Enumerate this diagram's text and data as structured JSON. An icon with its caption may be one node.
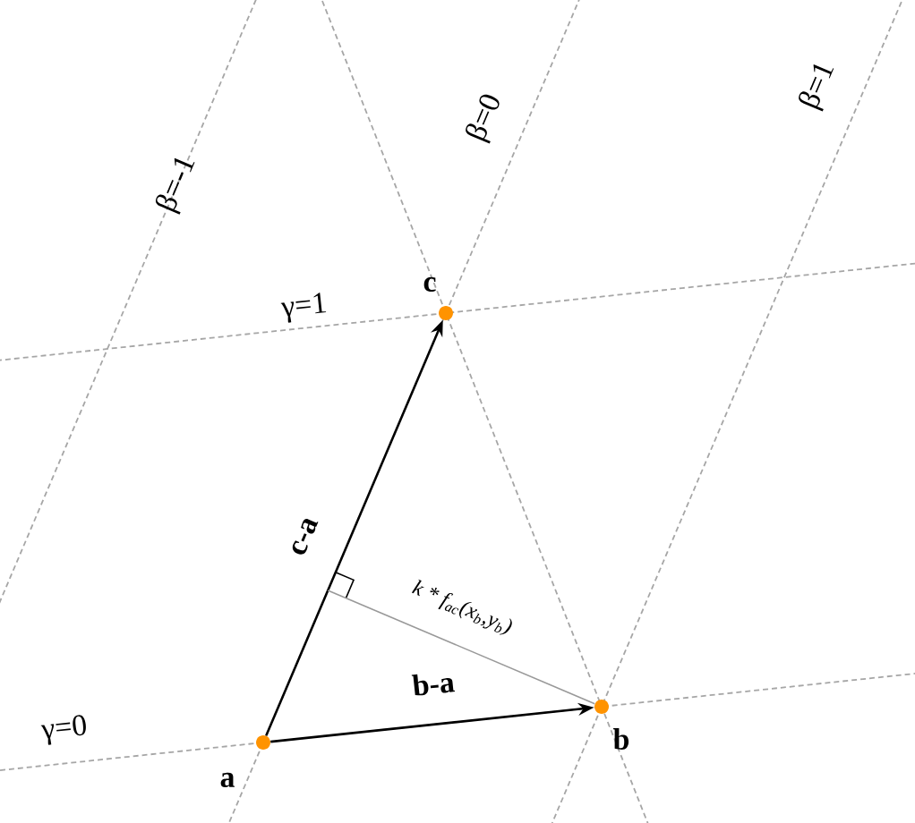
{
  "diagram": {
    "nodes": [
      {
        "text": [],
        "shape": "circle",
        "beside": [
          "a"
        ]
      },
      {
        "text": [],
        "shape": "circle",
        "beside": [
          "b"
        ]
      },
      {
        "text": [],
        "shape": "circle",
        "beside": [
          "c"
        ]
      }
    ],
    "edges": [
      {
        "from": 0,
        "to": 1,
        "arrow": "to",
        "label": "b-a"
      },
      {
        "from": 0,
        "to": 2,
        "arrow": "to",
        "label": "c-a"
      },
      {
        "from": 1,
        "to": null,
        "arrow": "none",
        "label": "k * f$_{ac}$(x$_{b}$,y$_{b}$)",
        "color": "#999999"
      }
    ],
    "labels": [
      "β=-1",
      "β=0",
      "β=1",
      "γ=1",
      "γ=0"
    ]
  }
}
